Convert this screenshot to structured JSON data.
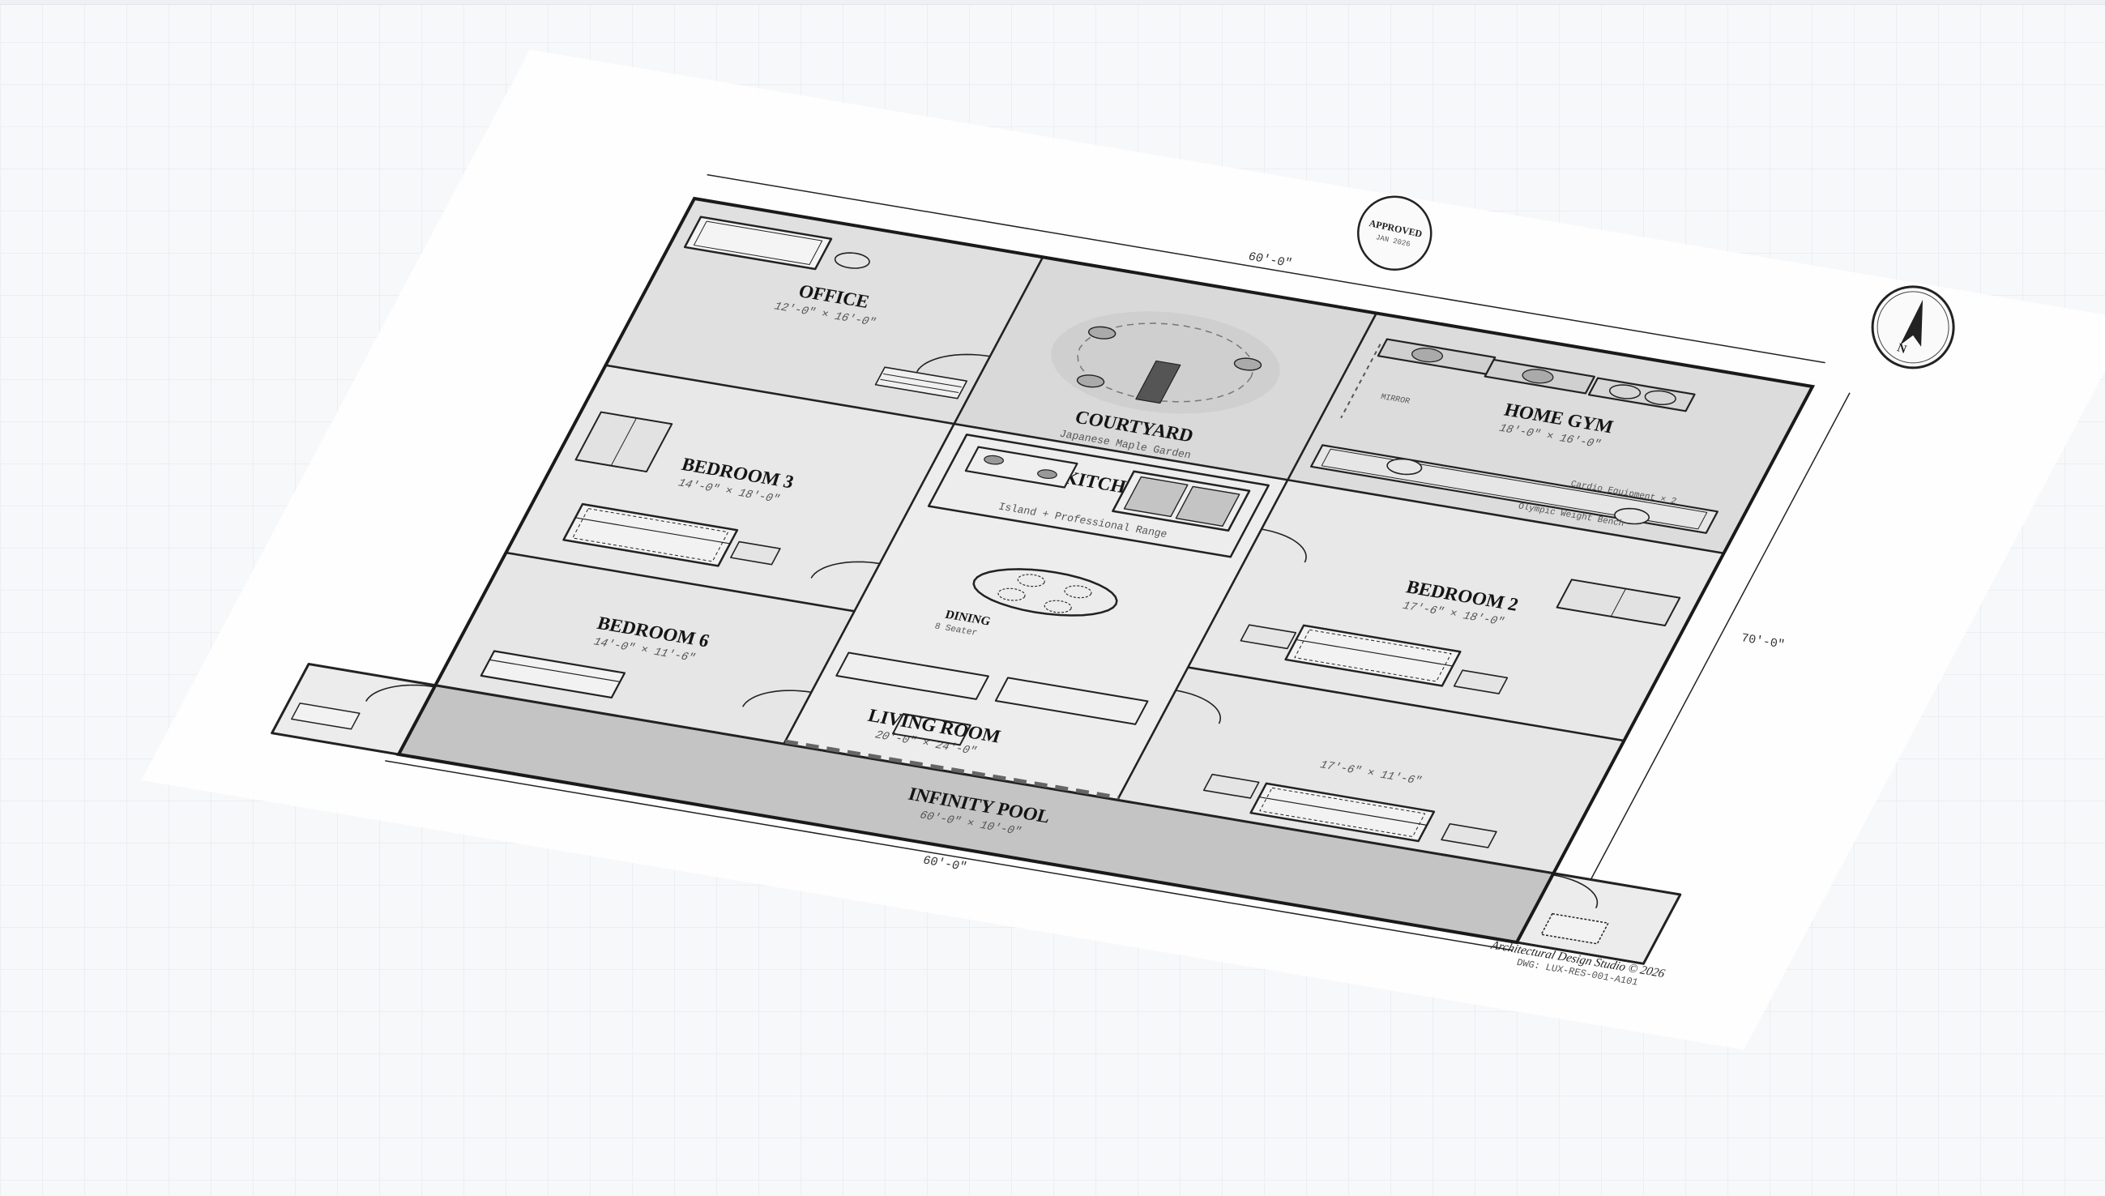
{
  "rooms": {
    "office": {
      "title": "OFFICE",
      "dims": "12'-0\" × 16'-0\""
    },
    "courtyard": {
      "title": "COURTYARD",
      "note": "Japanese Maple Garden"
    },
    "home_gym": {
      "title": "HOME GYM",
      "dims": "18'-0\" × 16'-0\"",
      "notes": [
        "MIRROR",
        "Cardio Equipment × 2",
        "Olympic Weight Bench"
      ]
    },
    "bedroom_3": {
      "title": "BEDROOM 3",
      "dims": "14'-0\" × 18'-0\""
    },
    "kitchen": {
      "title": "KITCHEN",
      "note": "Island + Professional Range"
    },
    "bedroom_2": {
      "title": "BEDROOM 2",
      "dims": "17'-6\" × 18'-0\""
    },
    "dining": {
      "title": "DINING",
      "note": "8 Seater"
    },
    "bedroom_6": {
      "title": "BEDROOM 6",
      "dims": "14'-0\" × 11'-6\""
    },
    "living_room": {
      "title": "LIVING ROOM",
      "dims": "20'-0\" × 24'-0\""
    },
    "bedroom_se": {
      "dims": "17'-6\" × 11'-6\""
    },
    "infinity_pool": {
      "title": "INFINITY POOL",
      "dims": "60'-0\" × 10'-0\""
    }
  },
  "dimensions": {
    "top": "60'-0\"",
    "right": "70'-0\"",
    "bottom": "60'-0\""
  },
  "stamp": {
    "line1": "APPROVED",
    "line2": "JAN 2026"
  },
  "compass": {
    "label": "N"
  },
  "footer": {
    "studio": "Architectural Design Studio © 2026",
    "drawing": "DWG: LUX-RES-001-A101"
  },
  "colors": {
    "wall": "#1a1a1a",
    "room": "#e8e8e8",
    "courtyard": "#d9d9d9",
    "pool": "#c4c4c4",
    "background": "#f7f8fa"
  }
}
